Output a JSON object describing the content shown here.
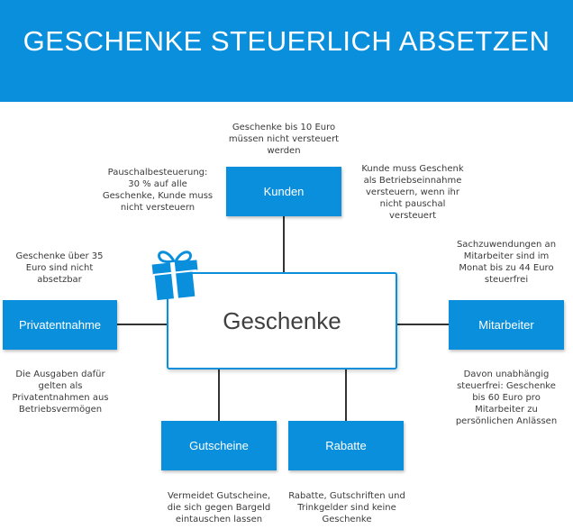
{
  "header": {
    "title": "GESCHENKE STEUERLICH ABSETZEN"
  },
  "center": {
    "label": "Geschenke"
  },
  "boxes": {
    "kunden": "Kunden",
    "privatentnahme": "Privatentnahme",
    "mitarbeiter": "Mitarbeiter",
    "gutscheine": "Gutscheine",
    "rabatte": "Rabatte"
  },
  "notes": {
    "kunden_top": "Geschenke bis 10 Euro müssen nicht versteuert werden",
    "kunden_left": "Pauschalbesteuerung: 30 % auf alle Geschenke, Kunde muss nicht versteuern",
    "kunden_right": "Kunde muss Geschenk als Betriebseinnahme versteuern, wenn ihr nicht pauschal versteuert",
    "privat_top": "Geschenke über 35 Euro sind nicht absetzbar",
    "privat_bottom": "Die Ausgaben dafür gelten als Privatentnahmen aus Betriebsvermögen",
    "mitarbeiter_top": "Sachzuwendungen an Mitarbeiter sind im Monat bis zu 44 Euro steuerfrei",
    "mitarbeiter_bottom": "Davon unabhängig steuerfrei: Geschenke bis 60 Euro pro Mitarbeiter zu persönlichen Anlässen",
    "gutscheine_bottom": "Vermeidet Gutscheine, die sich gegen Bargeld eintauschen lassen",
    "rabatte_bottom": "Rabatte, Gutschriften und Trinkgelder sind keine Geschenke"
  },
  "colors": {
    "brand": "#0a8fdd",
    "line": "#333333",
    "text": "#3a3a3a"
  },
  "icons": {
    "gift": "gift-icon"
  }
}
